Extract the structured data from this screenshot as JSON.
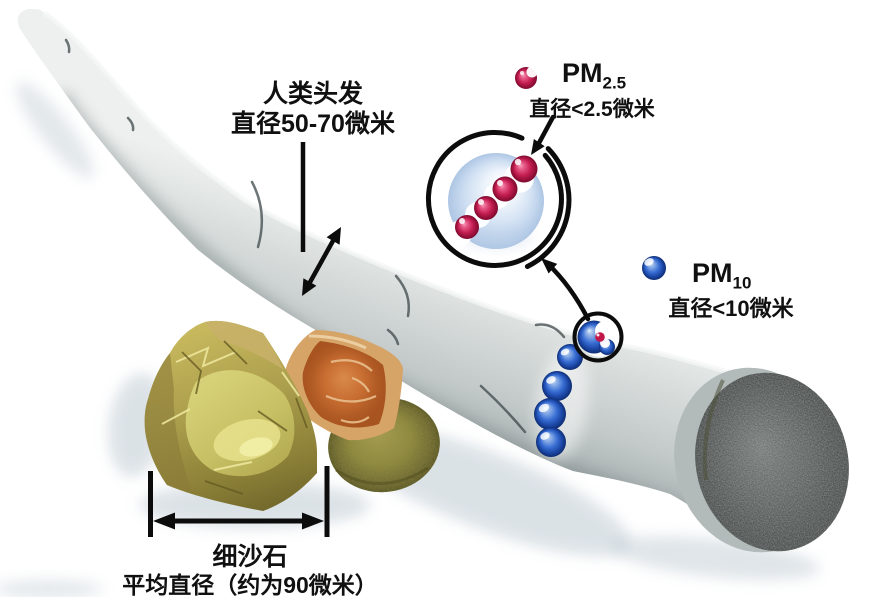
{
  "annotations": {
    "hair": {
      "line1": "人类头发",
      "line2": "直径50-70微米"
    },
    "pm25": {
      "name": "PM",
      "subscript": "2.5",
      "diameter": "直径<2.5微米"
    },
    "pm10": {
      "name": "PM",
      "subscript": "10",
      "diameter": "直径<10微米"
    },
    "sand": {
      "line1": "细沙石",
      "line2": "平均直径（约为90微米）"
    }
  },
  "palette": {
    "background": "#ffffff",
    "text": "#101010",
    "arrows": "#0c0c0c",
    "hair_light": "#edf0ef",
    "hair_mid": "#c2c9c8",
    "hair_dark": "#828c8d",
    "hair_cross_section": "#3a3f3e",
    "pm25_red": "#c51f52",
    "pm10_blue": "#2a5cc4",
    "magnifier_sphere_blue": "#cfdff2",
    "sand_yellow": "#ab9e4c",
    "sand_orange": "#c96f33",
    "sand_green": "#8e8839",
    "shadow": "#b9c6cf"
  },
  "icons": {
    "pm25_particle": "red-sphere",
    "pm10_particle": "blue-sphere"
  }
}
